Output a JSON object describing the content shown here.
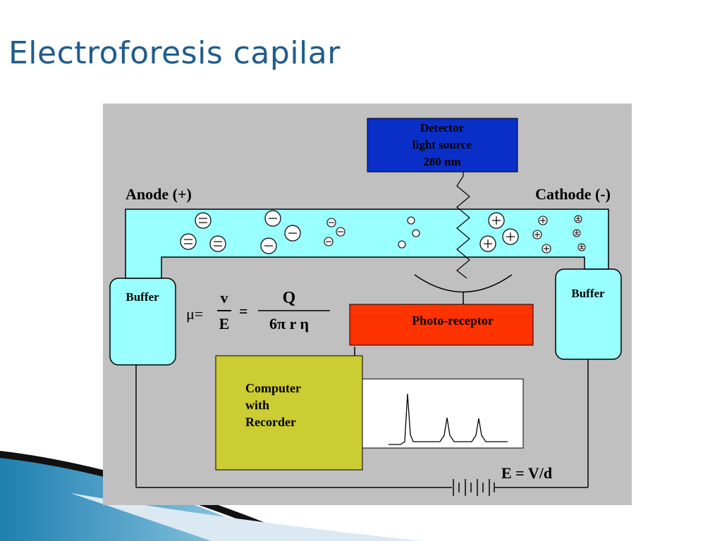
{
  "slide": {
    "title": "Electroforesis capilar"
  },
  "colors": {
    "title": "#1f5c8c",
    "diagram_background": "#c0c0c0",
    "capillary": "#99ffff",
    "detector": "#0a2fc8",
    "photoreceptor": "#ff3300",
    "computer": "#cccc33"
  },
  "diagram": {
    "detector_lines": [
      "Detector",
      "light source",
      "280 nm"
    ],
    "anode": "Anode (+)",
    "cathode": "Cathode (-)",
    "buffer_left": "Buffer",
    "buffer_right": "Buffer",
    "photoreceptor": "Photo-receptor",
    "computer_lines": [
      "Computer",
      "with",
      "Recorder"
    ],
    "field_equation": "E = V/d",
    "mobility": {
      "symbol": "μ=",
      "frac1_num": "v",
      "frac1_den": "E",
      "equals": "=",
      "frac2_num": "Q",
      "frac2_den": "6π r η"
    }
  }
}
